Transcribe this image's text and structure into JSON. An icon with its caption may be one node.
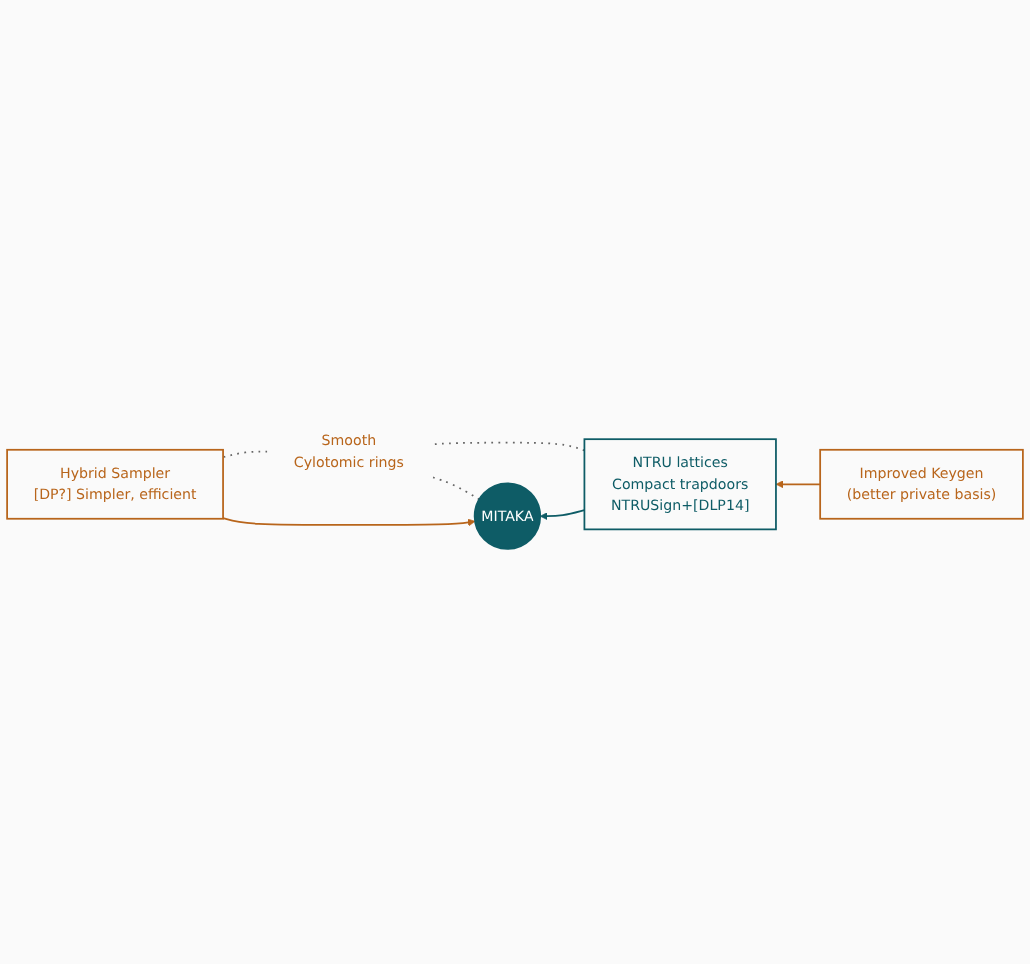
{
  "diagram": {
    "nodes": [
      {
        "text": [
          "Improved Keygen",
          "(better private basis)"
        ]
      },
      {
        "text": [
          "NTRU lattices",
          "Compact trapdoors",
          "NTRUSign+[DLP14]"
        ]
      },
      {
        "text": [
          "MITAKA"
        ]
      },
      {
        "text": [
          "Smooth",
          "Cylotomic rings"
        ]
      },
      {
        "text": [
          "Hybrid Sampler",
          "[DP?] Simpler, efficient"
        ]
      }
    ],
    "edges": [
      {
        "from": 0,
        "to": 1,
        "arrow": "to",
        "color": "#b8651b"
      },
      {
        "from": 1,
        "to": 2,
        "arrow": "to"
      },
      {
        "from": 4,
        "to": 2,
        "arrow": "to",
        "color": "#b8651b"
      },
      {
        "from": 1,
        "to": 3,
        "arrow": "none",
        "style": "dashed",
        "color": "#666666"
      },
      {
        "from": 2,
        "to": 3,
        "arrow": "none",
        "style": "dashed",
        "color": "#666666"
      },
      {
        "from": 3,
        "to": 4,
        "arrow": "none",
        "style": "dashed",
        "color": "#666666"
      }
    ]
  }
}
